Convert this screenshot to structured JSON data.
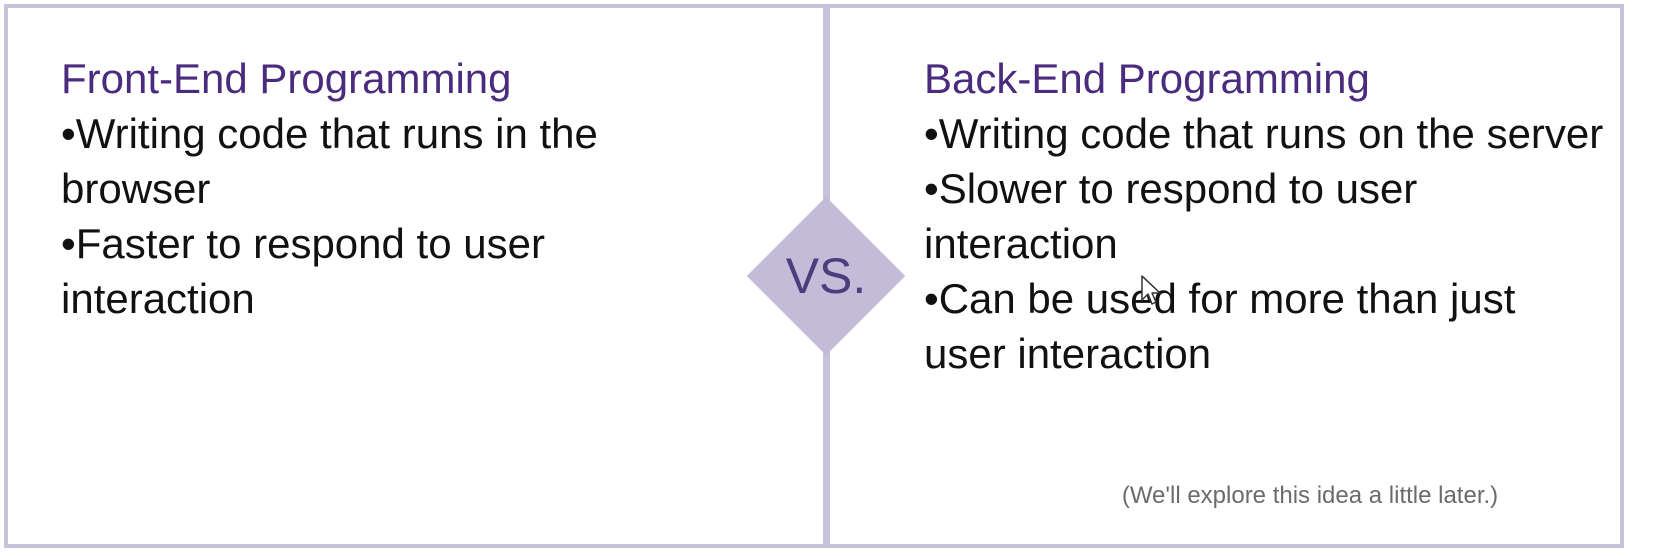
{
  "left": {
    "title": "Front-End Programming",
    "bullets": [
      "•Writing code that runs in the browser",
      "•Faster to respond to user interaction"
    ]
  },
  "right": {
    "title": "Back-End Programming",
    "bullets": [
      "•Writing code that runs on the server",
      "•Slower to respond to user interaction",
      "•Can be used for more than just user interaction"
    ]
  },
  "center": {
    "label": "VS."
  },
  "note": "(We'll explore this idea a little later.)",
  "colors": {
    "border": "#c7c1db",
    "diamond": "#c3bcd9",
    "title": "#4a2b7e",
    "vs_text": "#4c3d7c"
  },
  "icons": {
    "cursor": "mouse-pointer-icon"
  }
}
